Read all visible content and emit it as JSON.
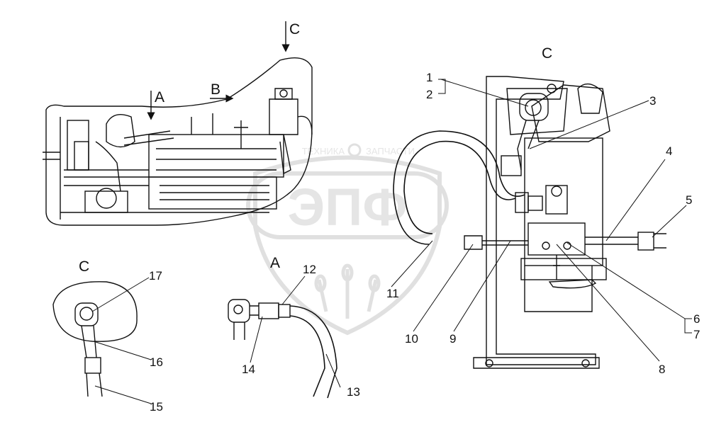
{
  "view_labels": {
    "a_arrow": "A",
    "b_arrow": "B",
    "c_arrow": "C",
    "c_main": "C",
    "c_detail": "C",
    "a_detail": "A"
  },
  "callouts": {
    "n1": "1",
    "n2": "2",
    "n3": "3",
    "n4": "4",
    "n5": "5",
    "n6": "6",
    "n7": "7",
    "n8": "8",
    "n9": "9",
    "n10": "10",
    "n11": "11",
    "n12": "12",
    "n13": "13",
    "n14": "14",
    "n15": "15",
    "n16": "16",
    "n17": "17"
  },
  "watermark": {
    "logo": "ЭПФ",
    "left_text": "ТЕХНИКА",
    "right_text": "ЗАПЧАСТИ"
  },
  "colors": {
    "line": "#111111",
    "watermark": "#cfcfcf"
  }
}
